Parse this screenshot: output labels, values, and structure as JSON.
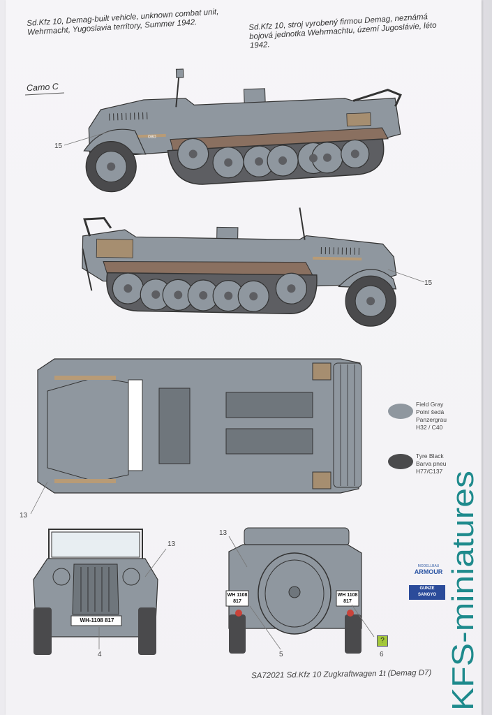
{
  "captions": {
    "english": "Sd.Kfz 10, Demag-built vehicle, unknown combat unit, Wehrmacht, Yugoslavia territory, Summer 1942.",
    "czech": "Sd.Kfz 10, stroj vyrobený firmou Demag,  neznámá bojová jednotka Wehrmachtu, území Jugoslávie, léto 1942."
  },
  "camo_label": "Camo C",
  "callouts": {
    "side_left_15": "15",
    "side_right_15": "15",
    "top_13": "13",
    "front_13": "13",
    "rear_13": "13",
    "front_4": "4",
    "rear_5": "5",
    "rear_6": "6"
  },
  "plates": {
    "front": "WH-1108 817",
    "rear_left": "WH 1108 817",
    "rear_right": "WH 1108 817",
    "side_number": "080"
  },
  "legend": [
    {
      "color": "#8f979f",
      "lines": [
        "Field Gray",
        "Polní šedá",
        "Panzergrau",
        "H32 / C40"
      ]
    },
    {
      "color": "#4a4a4c",
      "lines": [
        "Tyre Black",
        "Barva pneu",
        "H77/C137"
      ]
    }
  ],
  "logos": {
    "armour_small": "MODELLBAU",
    "armour": "ARMOUR",
    "gunze_1": "GUNZE",
    "gunze_2": "SANGYO"
  },
  "footer": "SA72021  Sd.Kfz 10 Zugkraftwagen 1t (Demag D7)",
  "watermark": "KFS-miniatures",
  "colors": {
    "field_gray": "#8f979f",
    "tyre_black": "#4a4a4c",
    "watermark_teal": "#1e8a8c"
  }
}
